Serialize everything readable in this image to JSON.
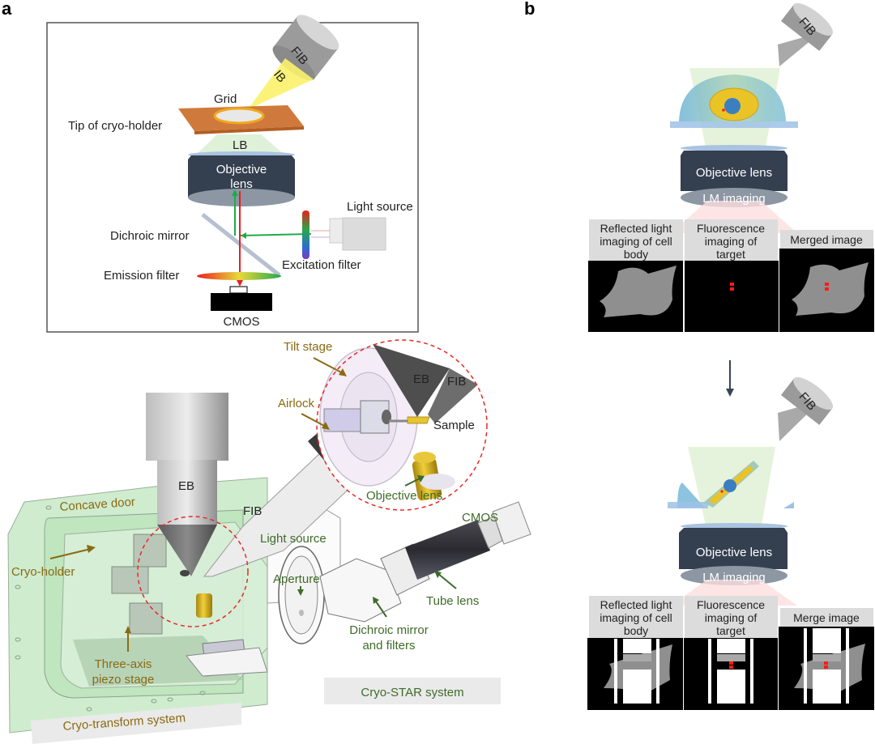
{
  "panels": {
    "a": {
      "letter": "a",
      "schematic": {
        "fib_label": "FIB",
        "ion_beam_label": "IB",
        "grid_label": "Grid",
        "tip_label": "Tip of cryo-holder",
        "light_beam_label": "LB",
        "objective_label_line1": "Objective",
        "objective_label_line2": "lens",
        "light_source_label": "Light source",
        "dichroic_label": "Dichroic mirror",
        "excitation_label": "Excitation filter",
        "emission_label": "Emission filter",
        "cmos_label": "CMOS"
      },
      "cad": {
        "tilt_stage": "Tilt stage",
        "airlock": "Airlock",
        "eb_inset": "EB",
        "fib_inset": "FIB",
        "sample": "Sample",
        "objective_lens_inset": "Objective lens",
        "eb_column": "EB",
        "fib_column": "FIB",
        "concave_door": "Concave door",
        "cryo_holder": "Cryo-holder",
        "light_source": "Light source",
        "aperture": "Aperture",
        "cmos": "CMOS",
        "tube_lens": "Tube lens",
        "dichroic_line1": "Dichroic mirror",
        "dichroic_line2": "and filters",
        "piezo_line1": "Three-axis",
        "piezo_line2": "piezo stage",
        "cryo_star_system": "Cryo-STAR system",
        "cryo_transform_system": "Cryo-transform system"
      }
    },
    "b": {
      "letter": "b",
      "top": {
        "fib_label": "FIB",
        "objective_label": "Objective lens",
        "lm_label": "LM imaging",
        "images": [
          {
            "line1": "Reflected light",
            "line2": "imaging of cell",
            "line3": "body"
          },
          {
            "line1": "Fluorescence",
            "line2": "imaging of",
            "line3": "target"
          },
          {
            "line1": "Merged image",
            "line2": "",
            "line3": ""
          }
        ]
      },
      "bottom": {
        "fib_label": "FIB",
        "objective_label": "Objective lens",
        "lm_label": "LM imaging",
        "images": [
          {
            "line1": "Reflected light",
            "line2": "imaging of cell",
            "line3": "body"
          },
          {
            "line1": "Fluorescence",
            "line2": "imaging of",
            "line3": "target"
          },
          {
            "line1": "Merge image",
            "line2": "",
            "line3": ""
          }
        ]
      }
    }
  },
  "colors": {
    "gold_label": "#8a6a12",
    "green_label": "#3f6b2a",
    "objective_body": "#343f50",
    "holder_orange": "#cf7a3c",
    "ion_beam_yellow": "#fbf26a",
    "emission_red": "#e8201e",
    "excitation_green": "#1faa4a",
    "chamber_green": "#bfe6bf",
    "target_red": "#ff1a1a"
  }
}
